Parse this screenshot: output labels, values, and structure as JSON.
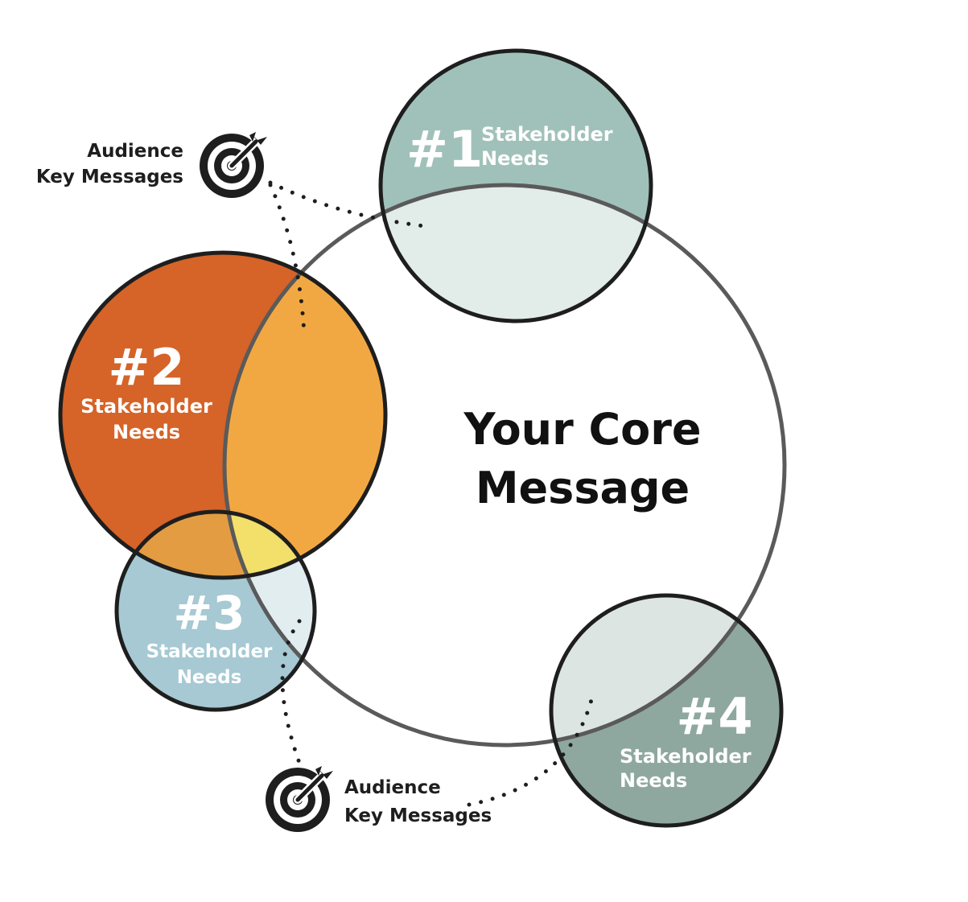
{
  "core": {
    "line1": "Your Core",
    "line2": "Message"
  },
  "stakeholders": [
    {
      "number": "#1",
      "line1": "Stakeholder",
      "line2": "Needs",
      "color": "#a0c1b9"
    },
    {
      "number": "#2",
      "line1": "Stakeholder",
      "line2": "Needs",
      "color": "#d66327"
    },
    {
      "number": "#3",
      "line1": "Stakeholder",
      "line2": "Needs",
      "color": "#a6c9d3"
    },
    {
      "number": "#4",
      "line1": "Stakeholder",
      "line2": "Needs",
      "color": "#8fa89f"
    }
  ],
  "overlap_colors": {
    "core_1": "#e2ece9",
    "core_2": "#f2a842",
    "core_3": "#e2edf0",
    "core_4": "#dde5e2",
    "s2_s3": "#e49c42",
    "core_2_3": "#f3e06a"
  },
  "audience_top": {
    "line1": "Audience",
    "line2": "Key Messages",
    "icon": "target-icon"
  },
  "audience_bottom": {
    "line1": "Audience",
    "line2": "Key Messages",
    "icon": "target-icon"
  },
  "outline_color": "#1e1e1e",
  "core_outline_color": "#5a5a5a"
}
